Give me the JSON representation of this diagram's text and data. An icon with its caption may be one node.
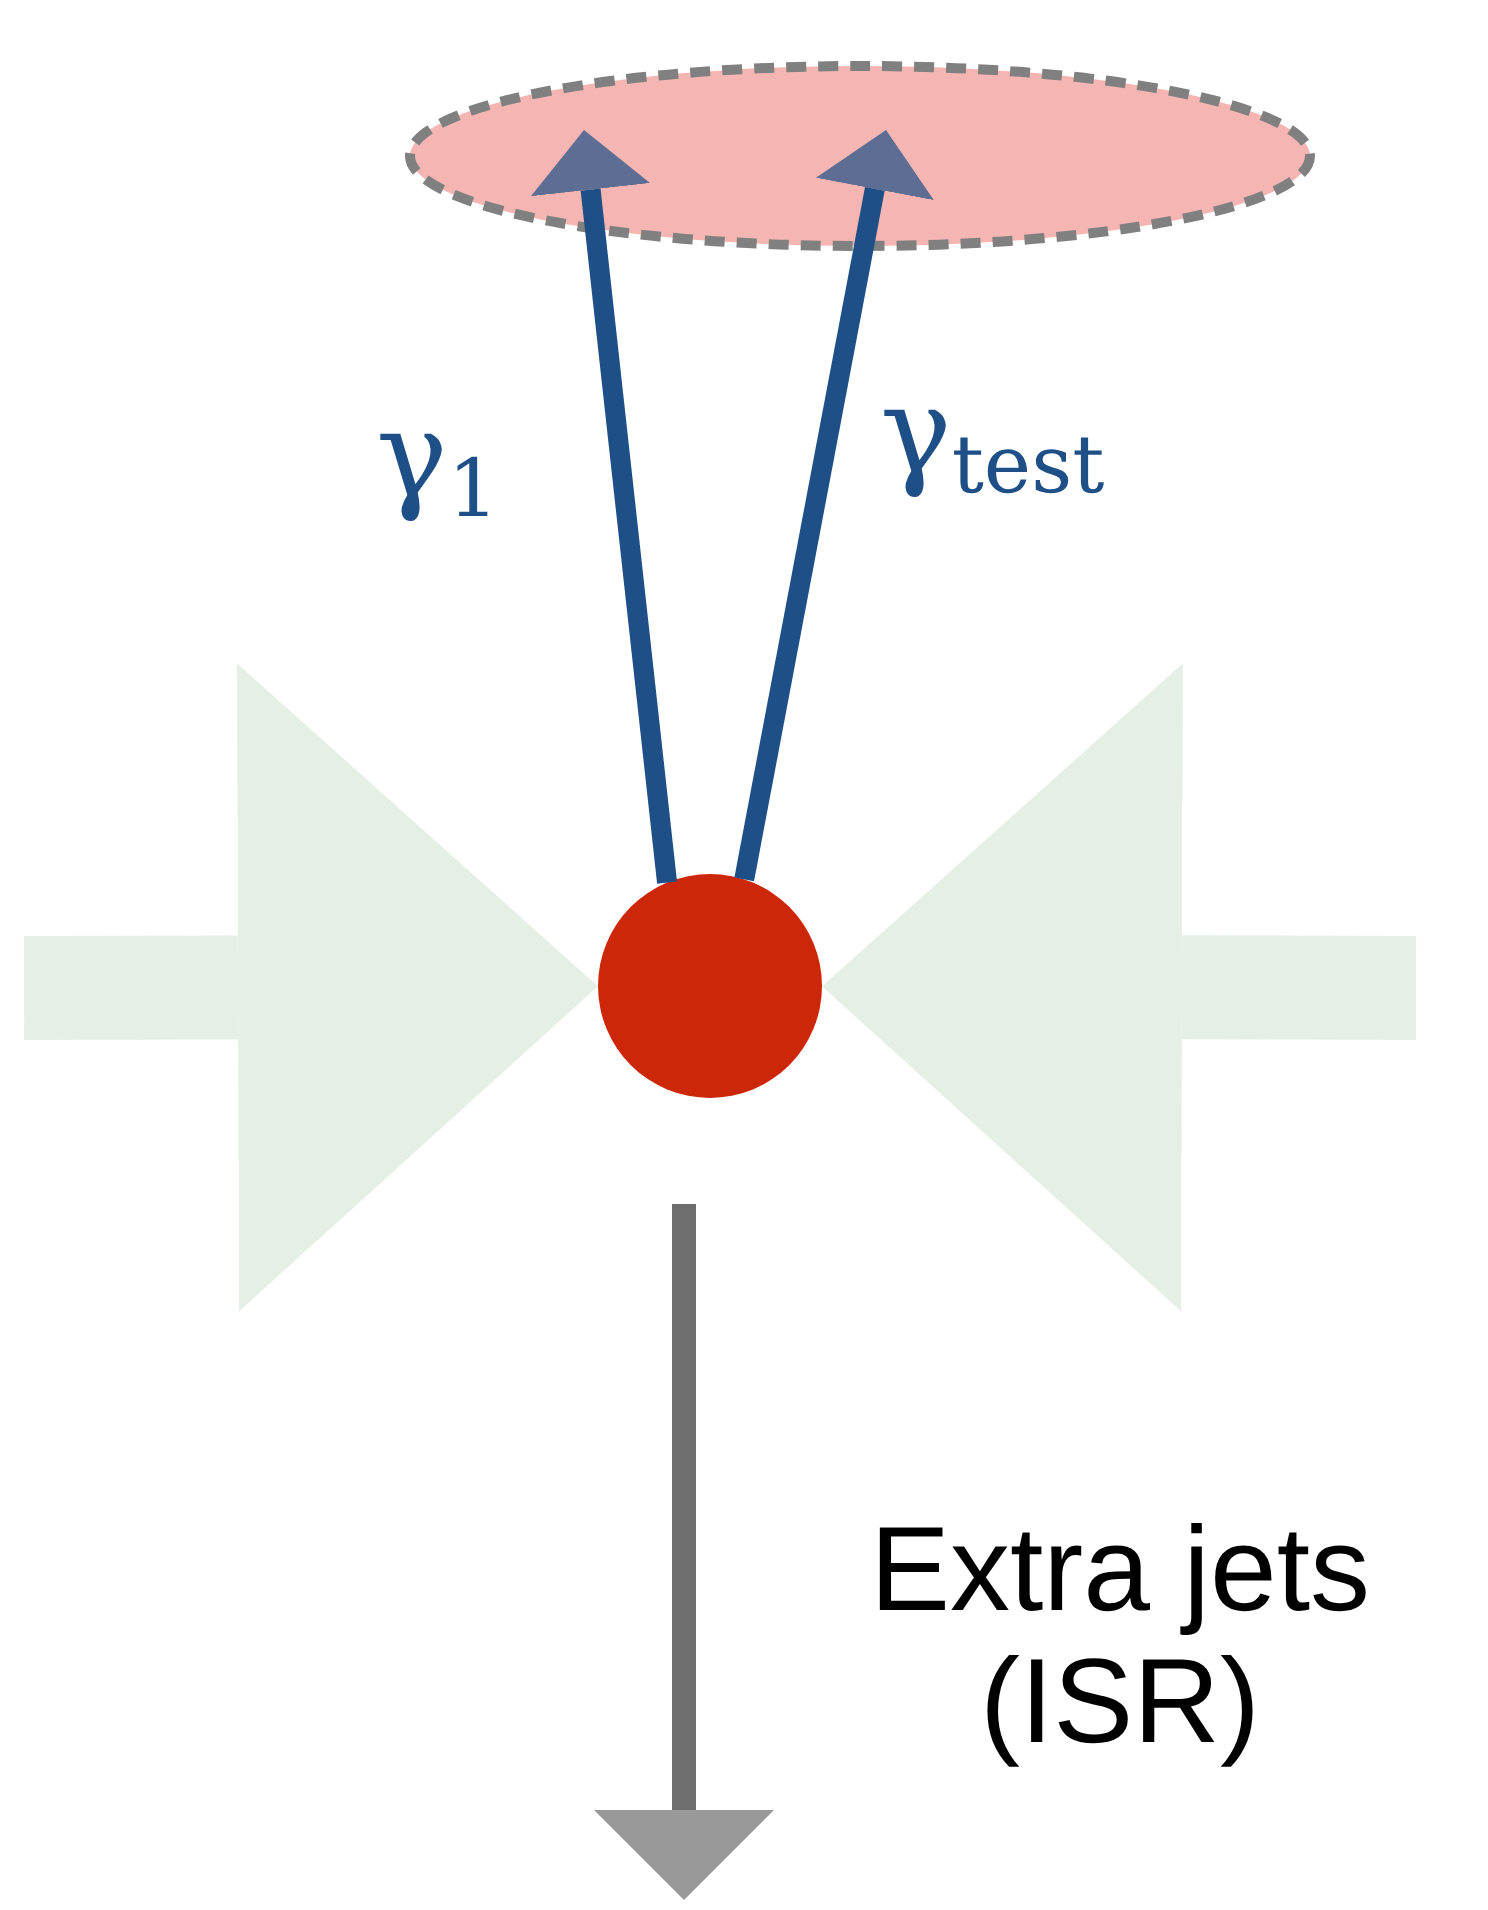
{
  "diagram": {
    "nodes": [
      {
        "text": [],
        "shape": "ellipse"
      },
      {
        "text": [],
        "shape": "circle"
      }
    ],
    "edges": [
      {
        "from": 1,
        "to": 0,
        "arrow": "to",
        "label": "γ$_{1}$",
        "color": "#1e4f86"
      },
      {
        "from": 1,
        "to": 0,
        "arrow": "to",
        "label": "γ$_{test}$",
        "color": "#1e4f86"
      },
      {
        "from": null,
        "to": 1,
        "arrow": "to",
        "style": "thick",
        "color": "#e6efe6"
      },
      {
        "from": null,
        "to": 1,
        "arrow": "to",
        "style": "thick",
        "color": "#e6efe6"
      },
      {
        "from": 1,
        "to": null,
        "arrow": "to",
        "label": "Extra jets (ISR)",
        "color": "#6e6e6e"
      }
    ]
  }
}
